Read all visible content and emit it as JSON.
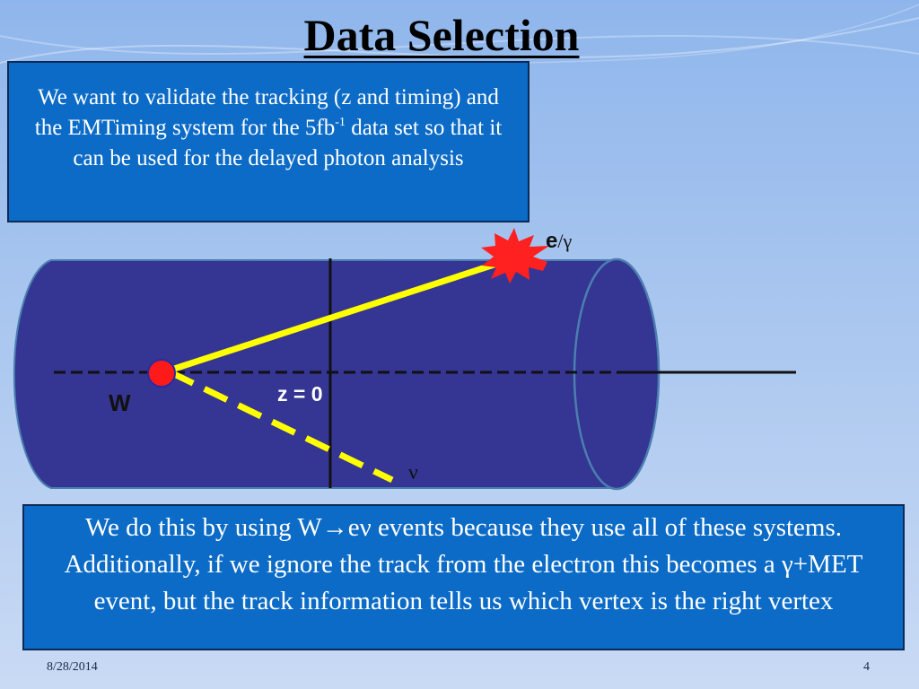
{
  "slide": {
    "title": "Data Selection",
    "intro": {
      "before_sup": "We want to validate the tracking (z and timing) and the EMTiming system for the 5fb",
      "sup": "-1",
      "after_sup": " data set so that it can be used for the delayed photon analysis"
    },
    "explanation": "We do this by using W→eν events because they use all of these systems. Additionally, if we ignore the track from the electron this becomes a γ+MET event, but the track information tells us which vertex is the right vertex",
    "footer": {
      "date": "8/28/2014",
      "page": "4"
    }
  },
  "diagram": {
    "labels": {
      "w": "W",
      "z0": "z = 0",
      "e_gamma_e": "e",
      "e_gamma_rest": "/γ",
      "nu": "ν"
    },
    "colors": {
      "cylinder": "#353593",
      "cylinder_edge": "#4a7fb0",
      "track": "#ffff00",
      "vertex": "#ff1a1a",
      "burst": "#ff2020",
      "axis": "#111111"
    }
  }
}
